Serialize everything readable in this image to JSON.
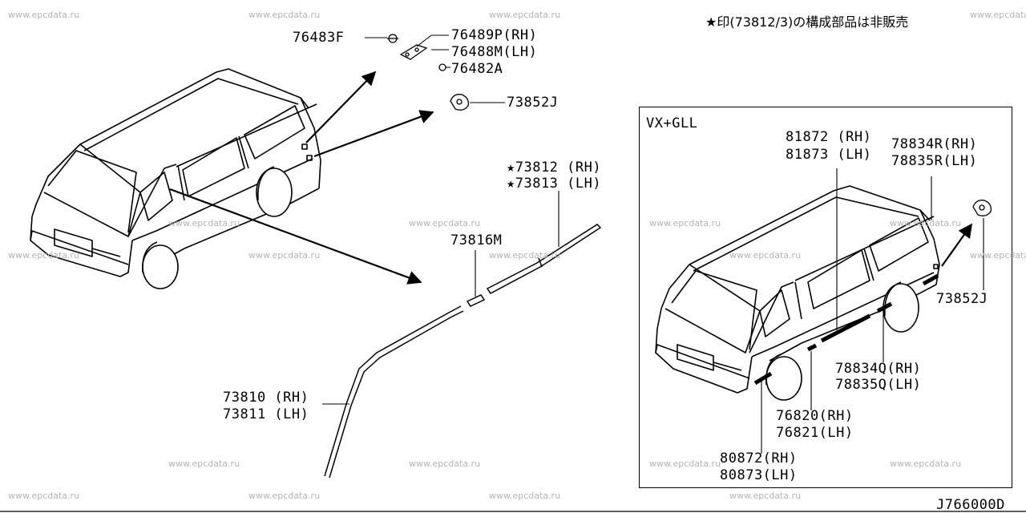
{
  "diagram_code": "J766000D",
  "note": "★印(73812/3)の構成部品は非販売",
  "watermark": "www.epcdata.ru",
  "inset_title": "VX+GLL",
  "labels": {
    "p76483F": "76483F",
    "p76489P": "76489P(RH)",
    "p76488M": "76488M(LH)",
    "p76482A": "76482A",
    "p73852J_top": "73852J",
    "p73812": "★73812 (RH)",
    "p73813": "★73813 (LH)",
    "p73816M": "73816M",
    "p73810": "73810 (RH)",
    "p73811": "73811 (LH)",
    "p81872": "81872 (RH)",
    "p81873": "81873 (LH)",
    "p78834R": "78834R(RH)",
    "p78835R": "78835R(LH)",
    "p73852J_inset": "73852J",
    "p78834Q": "78834Q(RH)",
    "p78835Q": "78835Q(LH)",
    "p76820": "76820(RH)",
    "p76821": "76821(LH)",
    "p80872": "80872(RH)",
    "p80873": "80873(LH)"
  }
}
